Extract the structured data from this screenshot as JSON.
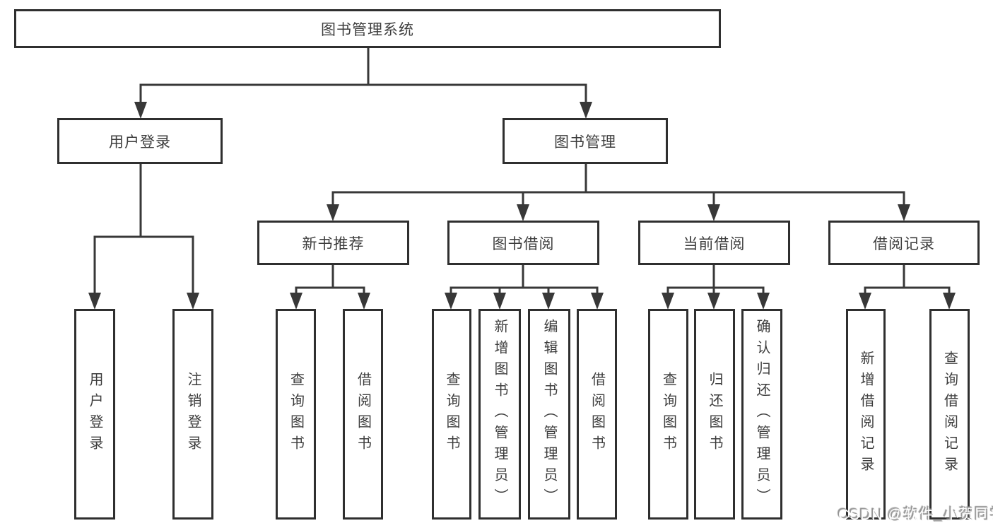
{
  "diagram": {
    "root": {
      "label": "图书管理系统"
    },
    "branches": [
      {
        "label": "用户登录",
        "children": [
          {
            "label": "用户登录"
          },
          {
            "label": "注销登录"
          }
        ]
      },
      {
        "label": "图书管理",
        "children": [
          {
            "label": "新书推荐",
            "children": [
              {
                "label": "查询图书"
              },
              {
                "label": "借阅图书"
              }
            ]
          },
          {
            "label": "图书借阅",
            "children": [
              {
                "label": "查询图书"
              },
              {
                "label": "新增图书（管理员）"
              },
              {
                "label": "编辑图书（管理员）"
              },
              {
                "label": "借阅图书"
              }
            ]
          },
          {
            "label": "当前借阅",
            "children": [
              {
                "label": "查询图书"
              },
              {
                "label": "归还图书"
              },
              {
                "label": "确认归还（管理员）"
              }
            ]
          },
          {
            "label": "借阅记录",
            "children": [
              {
                "label": "新增借阅记录"
              },
              {
                "label": "查询借阅记录"
              }
            ]
          }
        ]
      }
    ]
  },
  "watermark": {
    "text": "CSDN @软件_小贺同学"
  },
  "colors": {
    "line": "#383838",
    "border": "#2f2f2f",
    "text": "#3d3d3d",
    "background": "#ffffff",
    "watermark": "#fdfdfd"
  }
}
